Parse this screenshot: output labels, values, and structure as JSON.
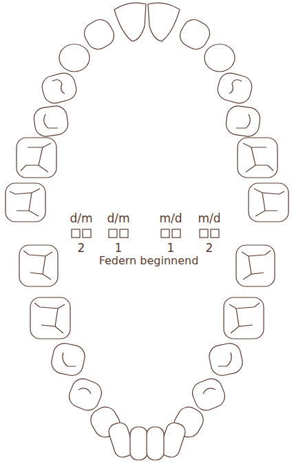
{
  "diagram": {
    "labels": [
      "d/m",
      "d/m",
      "m/d",
      "m/d",
      "2",
      "1",
      "1",
      "2",
      "Federn beginnend"
    ]
  }
}
